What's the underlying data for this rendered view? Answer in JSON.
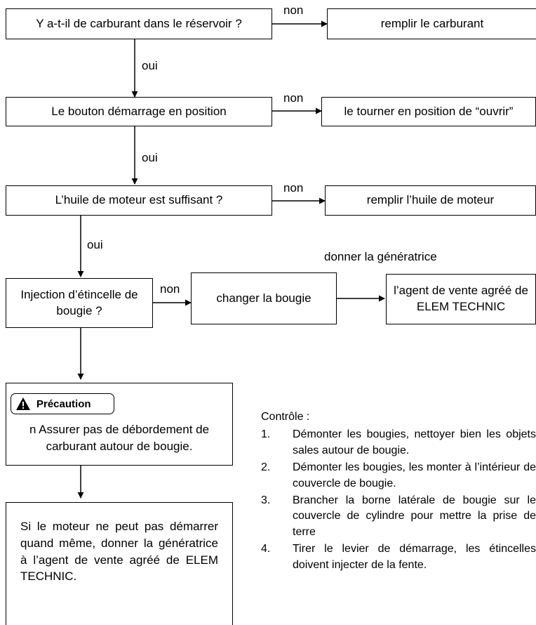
{
  "steps": {
    "q1": "Y a-t-il de carburant dans le réservoir ?",
    "a1": "remplir le carburant",
    "q2": "Le bouton démarrage en position",
    "a2": "le tourner en position de “ouvrir”",
    "q3": "L’huile de moteur est suffisant ?",
    "a3": "remplir l’huile de moteur",
    "q4": "Injection d’étincelle de bougie ?",
    "a4": "changer la bougie",
    "a5": "l’agent de vente agréé de ELEM TECHNIC",
    "a5_caption": "donner la génératrice"
  },
  "labels": {
    "no": "non",
    "yes": "oui"
  },
  "caution": {
    "title": "Précaution",
    "text": "n Assurer pas de débordement de carburant autour de bougie.",
    "icon": "warning-triangle-icon"
  },
  "final": "Si le moteur ne peut pas démarrer quand même, donner la génératrice à l’agent de vente agréé de ELEM TECHNIC.",
  "controle": {
    "title": "Contrôle :",
    "items": [
      {
        "num": "1.",
        "text": "Démonter les bougies, nettoyer bien les objets sales autour de bougie."
      },
      {
        "num": "2.",
        "text": "Démonter les bougies, les monter à l’intérieur de couvercle de bougie."
      },
      {
        "num": "3.",
        "text": "Brancher la borne latérale de bougie sur le couvercle de cylindre pour mettre la prise de terre"
      },
      {
        "num": "4.",
        "text": "Tirer le levier de démarrage, les étincelles doivent injecter de la fente."
      }
    ]
  }
}
